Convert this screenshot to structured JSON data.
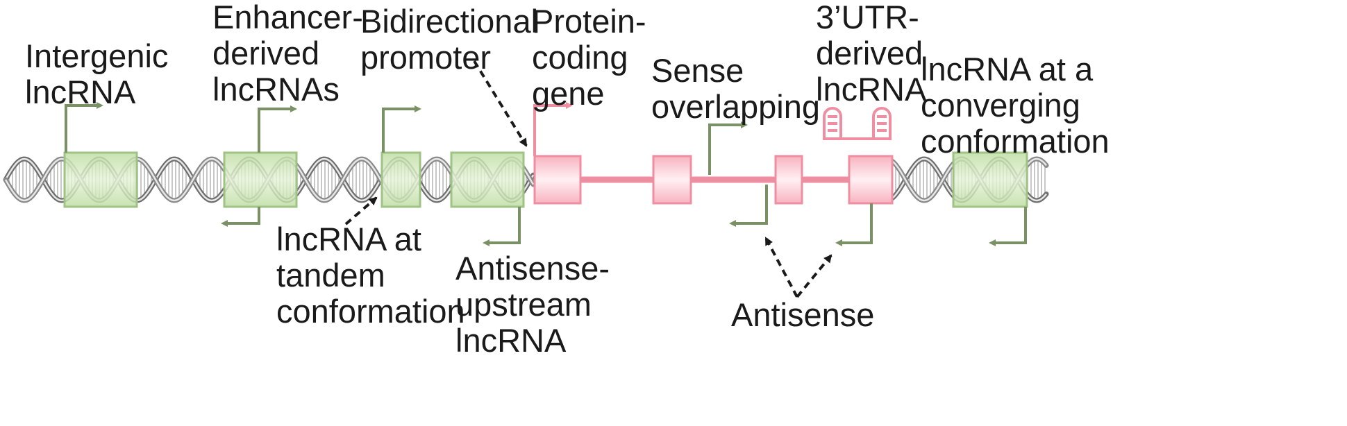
{
  "labels": {
    "intergenic": "Intergenic\nlncRNA",
    "enhancer": "Enhancer-\nderived\nlncRNAs",
    "bidirectional": "Bidirectional\npromoter",
    "protein_coding": "Protein-\ncoding\ngene",
    "sense": "Sense\noverlapping",
    "utr": "3’UTR-\nderived\nlncRNA",
    "converging": "lncRNA at a\nconverging\nconformation",
    "tandem": "lncRNA at\ntandem\nconformation",
    "antisense_upstream": "Antisense-\nupstream\nlncRNA",
    "antisense": "Antisense"
  },
  "colors": {
    "lncrna_green": "#7a9166",
    "lncrna_box_fill": "#cfe7b5",
    "coding_pink": "#ef8ea0",
    "coding_box_fill": "#fbd3da",
    "dna_grey": "#8a8a8a",
    "pointer": "#1a1a1a"
  }
}
